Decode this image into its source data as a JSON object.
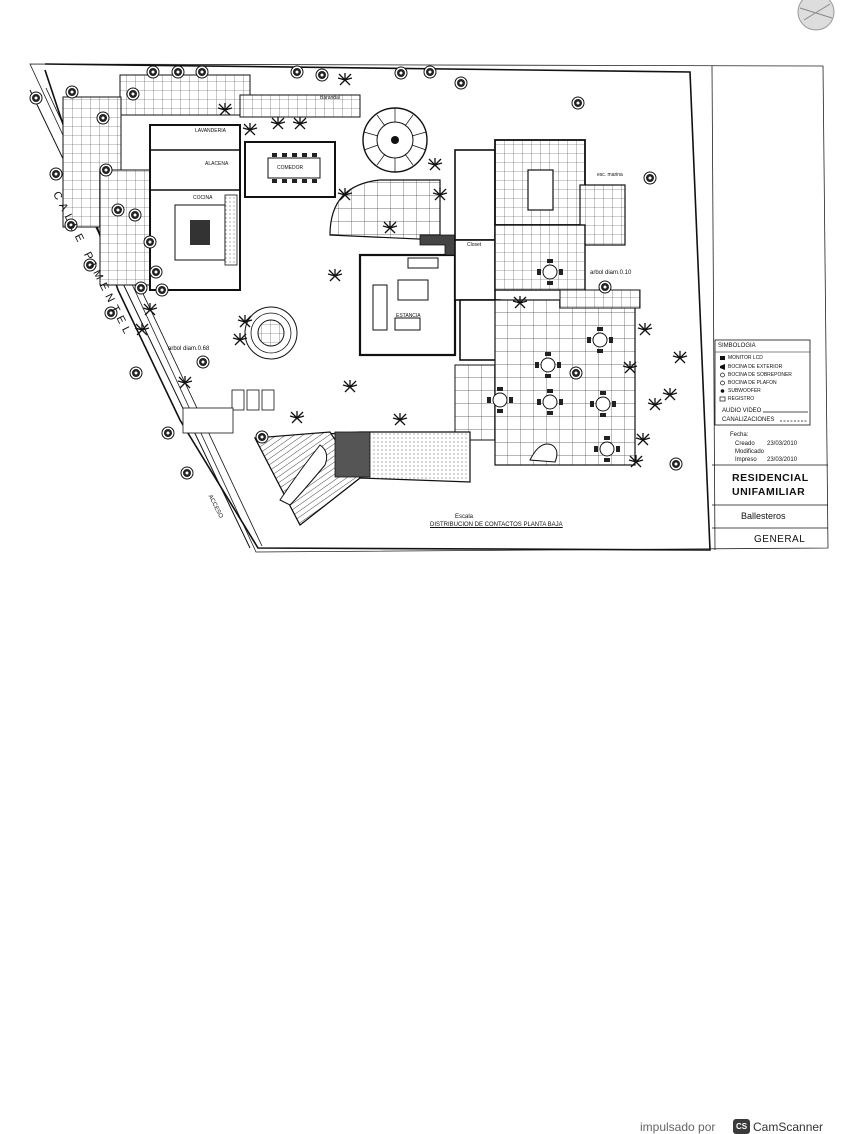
{
  "street_label": "CALLE PIMENTEL",
  "access_label": "ACCESO",
  "rooms": {
    "comedor": "COMEDOR",
    "cocina": "COCINA",
    "alacena": "ALACENA",
    "lavanderia": "LAVANDERIA",
    "estancia": "ESTANCIA",
    "closet": "Closet",
    "barandal": "Barandal"
  },
  "annotations": {
    "arbol_left": "arbol diam.0.68",
    "arbol_right": "arbol diam.0.10",
    "esc_marina": "esc. marina",
    "escala": "Escala",
    "drawing_title": "DISTRIBUCION DE CONTACTOS PLANTA BAJA"
  },
  "legend": {
    "title": "SIMBOLOGIA",
    "items": [
      "MONITOR LCD",
      "BOCINA DE EXTERIOR",
      "BOCINA DE SOBREPONER",
      "BOCINA DE PLAFON",
      "SUBWOOFER",
      "REGISTRO"
    ],
    "audio_video": "AUDIO VIDEO",
    "canalizaciones": "CANALIZACIONES",
    "fecha": "Fecha:",
    "creado_label": "Creado",
    "creado_value": "23/03/2010",
    "modificado_label": "Modificado",
    "impreso_label": "Impreso",
    "impreso_value": "23/03/2010"
  },
  "title_block": {
    "line1": "RESIDENCIAL",
    "line2": "UNIFAMILIAR",
    "client": "Ballesteros",
    "sheet": "GENERAL"
  },
  "footer": {
    "powered_by": "impulsado por",
    "logo_text": "CS",
    "brand": "CamScanner"
  },
  "colors": {
    "ink": "#111111",
    "paper": "#ffffff"
  }
}
